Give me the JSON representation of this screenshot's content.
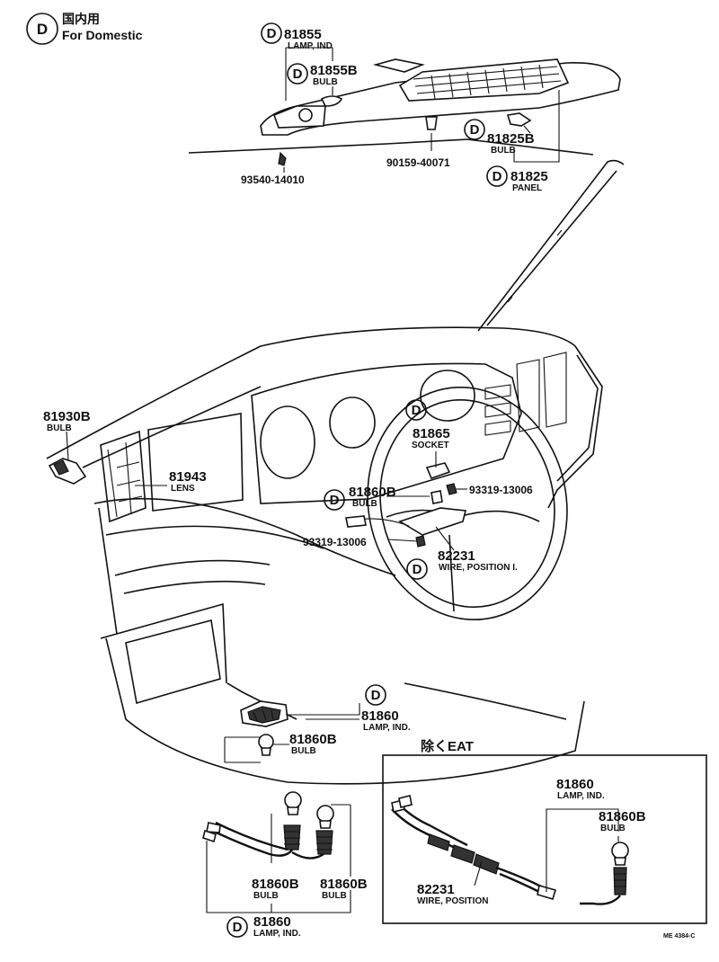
{
  "badge_letter": "D",
  "legend": {
    "japanese": "国内用",
    "english": "For Domestic"
  },
  "labels": {
    "p81855": {
      "num": "81855",
      "name": "LAMP, IND"
    },
    "p81855b": {
      "num": "81855B",
      "name": "BULB"
    },
    "p81825b": {
      "num": "81825B",
      "name": "BULB"
    },
    "p81825": {
      "num": "81825",
      "name": "PANEL"
    },
    "p93540": {
      "num": "93540-14010"
    },
    "p90159": {
      "num": "90159-40071"
    },
    "p81930b": {
      "num": "81930B",
      "name": "BULB"
    },
    "p81943": {
      "num": "81943",
      "name": "LENS"
    },
    "p81865": {
      "num": "81865",
      "name": "SOCKET"
    },
    "p93319a": {
      "num": "93319-13006"
    },
    "p81860b_a": {
      "num": "81860B",
      "name": "BULB"
    },
    "p93319b": {
      "num": "93319-13006"
    },
    "p82231_a": {
      "num": "82231",
      "name": "WIRE, POSITION I."
    },
    "p81860_a": {
      "num": "81860",
      "name": "LAMP, IND."
    },
    "p81860b_b": {
      "num": "81860B",
      "name": "BULB"
    },
    "p81860b_c": {
      "num": "81860B",
      "name": "BULB"
    },
    "p81860b_d": {
      "num": "81860B",
      "name": "BULB"
    },
    "p81860_b": {
      "num": "81860",
      "name": "LAMP, IND."
    },
    "p81860_c": {
      "num": "81860",
      "name": "LAMP, IND."
    },
    "p81860b_e": {
      "num": "81860B",
      "name": "BULB"
    },
    "p82231_b": {
      "num": "82231",
      "name": "WIRE, POSITION"
    }
  },
  "inset": {
    "title": "除くEAT"
  },
  "footer_code": "ME 4384-C"
}
